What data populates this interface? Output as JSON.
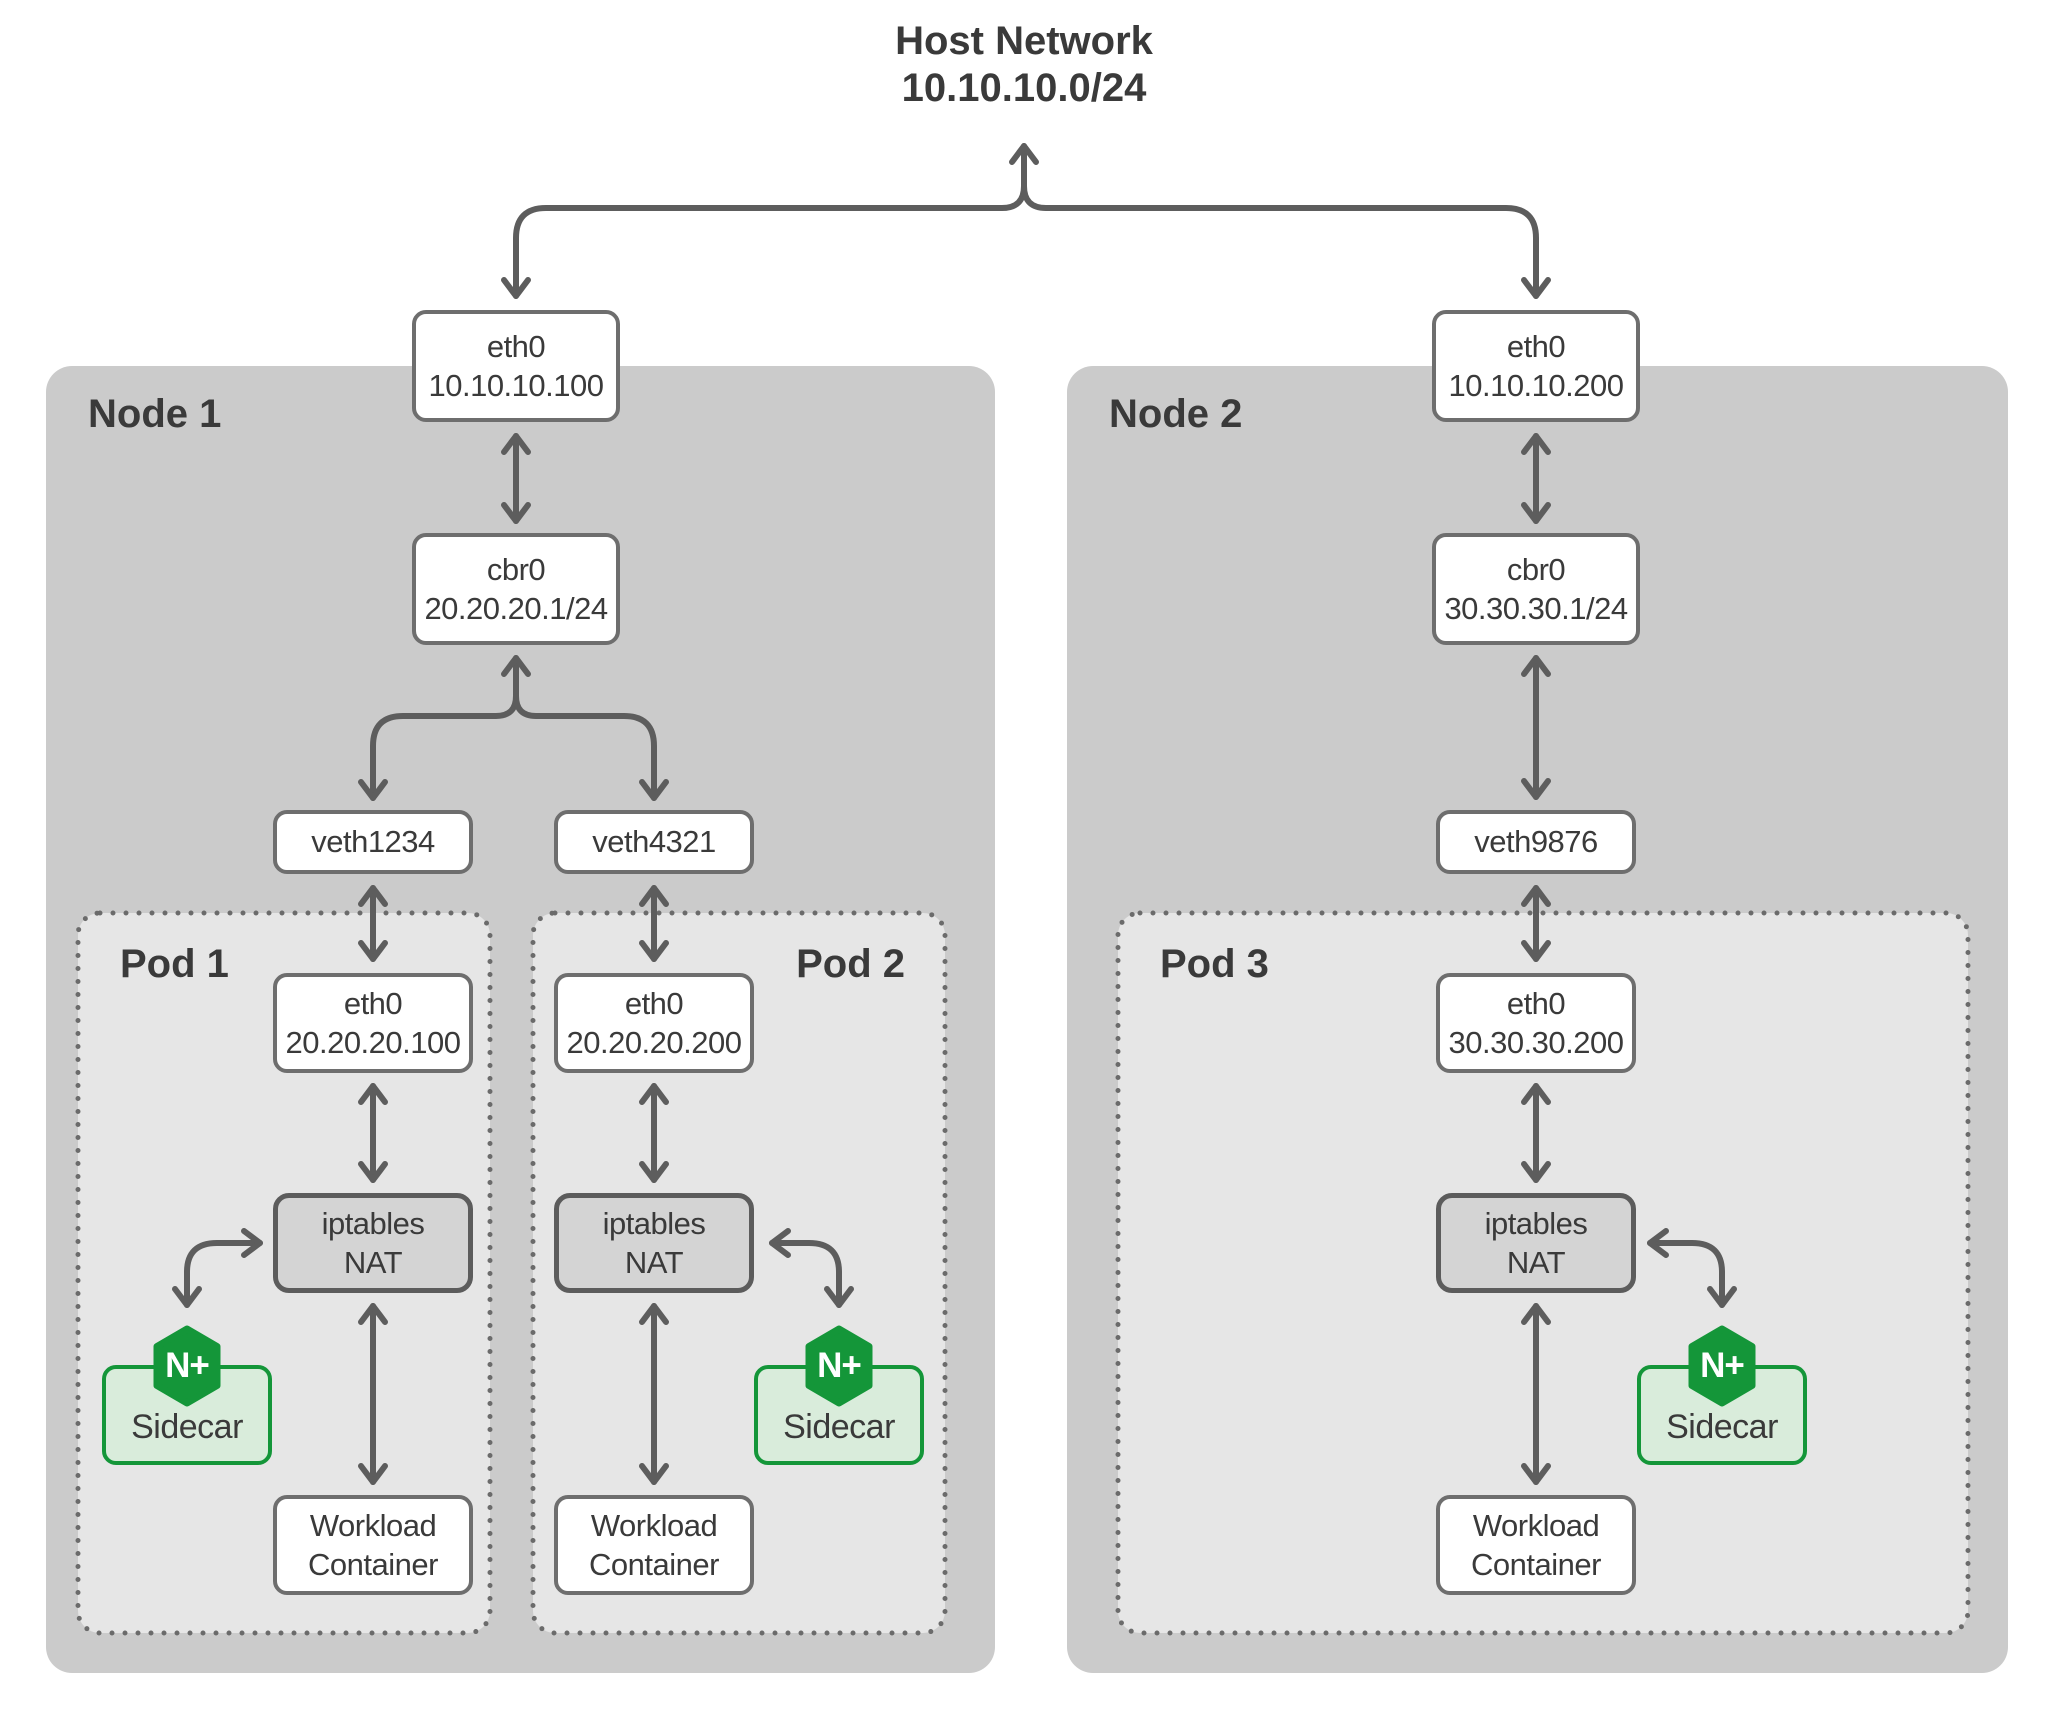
{
  "title": {
    "line1": "Host Network",
    "line2": "10.10.10.0/24"
  },
  "nodes": [
    {
      "label": "Node 1",
      "eth0": {
        "name": "eth0",
        "ip": "10.10.10.100"
      },
      "cbr0": {
        "name": "cbr0",
        "ip": "20.20.20.1/24"
      }
    },
    {
      "label": "Node 2",
      "eth0": {
        "name": "eth0",
        "ip": "10.10.10.200"
      },
      "cbr0": {
        "name": "cbr0",
        "ip": "30.30.30.1/24"
      }
    }
  ],
  "veths": [
    {
      "label": "veth1234"
    },
    {
      "label": "veth4321"
    },
    {
      "label": "veth9876"
    }
  ],
  "pods": [
    {
      "label": "Pod 1",
      "eth0": {
        "name": "eth0",
        "ip": "20.20.20.100"
      },
      "nat": {
        "line1": "iptables",
        "line2": "NAT"
      },
      "badge": "N+",
      "sidecar_label": "Sidecar",
      "workload": {
        "line1": "Workload",
        "line2": "Container"
      }
    },
    {
      "label": "Pod 2",
      "eth0": {
        "name": "eth0",
        "ip": "20.20.20.200"
      },
      "nat": {
        "line1": "iptables",
        "line2": "NAT"
      },
      "badge": "N+",
      "sidecar_label": "Sidecar",
      "workload": {
        "line1": "Workload",
        "line2": "Container"
      }
    },
    {
      "label": "Pod 3",
      "eth0": {
        "name": "eth0",
        "ip": "30.30.30.200"
      },
      "nat": {
        "line1": "iptables",
        "line2": "NAT"
      },
      "badge": "N+",
      "sidecar_label": "Sidecar",
      "workload": {
        "line1": "Workload",
        "line2": "Container"
      }
    }
  ],
  "colors": {
    "node_bg": "#cbcbcb",
    "pod_bg": "#e6e6e6",
    "pod_dot": "#6b6b6b",
    "box_border": "#6e6e6e",
    "nat_bg": "#d4d4d4",
    "nat_border": "#5c5c5c",
    "arrow": "#5d5d5d",
    "text": "#3a3a3a",
    "green": "#149639",
    "sidecar_bg": "#d9ecdb",
    "white": "#ffffff"
  }
}
